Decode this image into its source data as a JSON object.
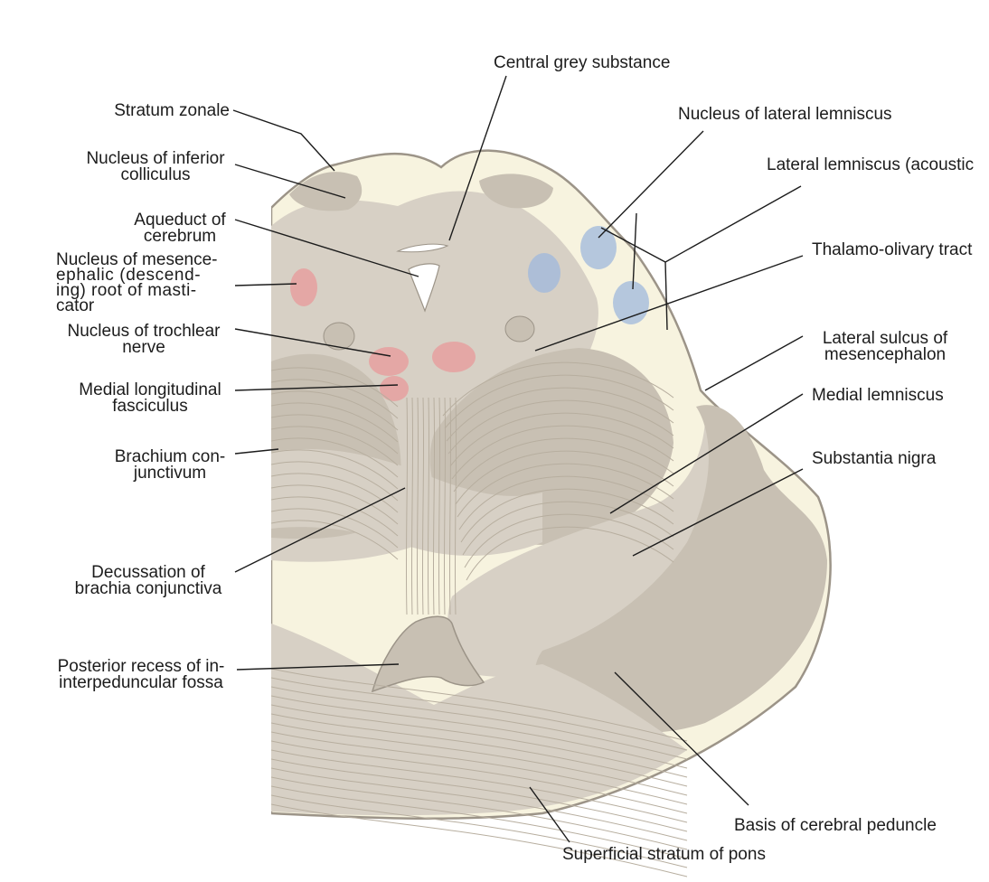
{
  "figure": {
    "colors": {
      "tissue": "#d7d0c5",
      "tissue_dark": "#c8c0b3",
      "white_matter": "#f7f3df",
      "outline": "#9c9488",
      "fiber": "#b7ae9f",
      "nucleus_red": "#e89a9a",
      "nucleus_blue": "#9fb8dc",
      "leader": "#1c1c1c"
    },
    "labels": {
      "central_grey": "Central grey substance",
      "stratum_zonale": "Stratum zonale",
      "inferior_colliculus": [
        "Nucleus of inferior",
        "colliculus"
      ],
      "aqueduct": [
        "Aqueduct of",
        "cerebrum"
      ],
      "mesencephalic_root": [
        "Nucleus of mesence-",
        "ephalic (descend-",
        "ing) root of masti-",
        "cator"
      ],
      "trochlear": [
        "Nucleus of trochlear",
        "nerve"
      ],
      "mlf": [
        "Medial longitudinal",
        "fasciculus"
      ],
      "brachium": [
        "Brachium con-",
        "junctivum"
      ],
      "decussation": [
        "Decussation of",
        "brachia conjunctiva"
      ],
      "posterior_recess": [
        "Posterior recess of in-",
        "interpeduncular fossa"
      ],
      "lateral_lemniscus_nucleus": "Nucleus of lateral lemniscus",
      "lateral_lemniscus": "Lateral lemniscus (acoustic",
      "thalamo_olivary": "Thalamo-olivary tract",
      "lateral_sulcus": [
        "Lateral sulcus of",
        "mesencephalon"
      ],
      "medial_lemniscus": "Medial lemniscus",
      "substantia_nigra": "Substantia nigra",
      "basis_peduncle": "Basis of cerebral peduncle",
      "superficial_pons": "Superficial stratum of pons"
    }
  }
}
